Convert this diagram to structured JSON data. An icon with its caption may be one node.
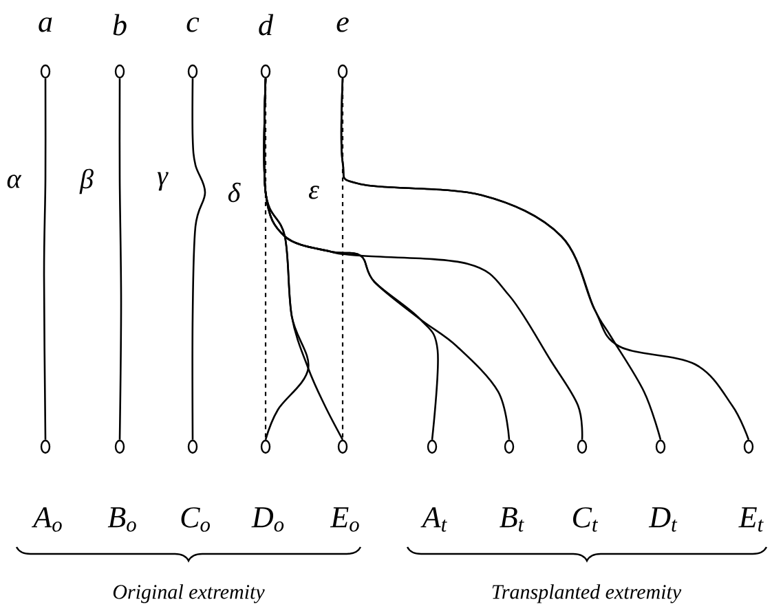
{
  "diagram": {
    "nodes": [
      {
        "text": [
          "a"
        ]
      },
      {
        "text": [
          "b"
        ]
      },
      {
        "text": [
          "c"
        ]
      },
      {
        "text": [
          "d"
        ]
      },
      {
        "text": [
          "e"
        ]
      },
      {
        "text": [
          "A$_{o}$"
        ]
      },
      {
        "text": [
          "B$_{o}$"
        ]
      },
      {
        "text": [
          "C$_{o}$"
        ]
      },
      {
        "text": [
          "D$_{o}$"
        ]
      },
      {
        "text": [
          "E$_{o}$"
        ]
      },
      {
        "text": [
          "A$_{t}$"
        ]
      },
      {
        "text": [
          "B$_{t}$"
        ]
      },
      {
        "text": [
          "C$_{t}$"
        ]
      },
      {
        "text": [
          "D$_{t}$"
        ]
      },
      {
        "text": [
          "E$_{t}$"
        ]
      }
    ],
    "edges": [
      {
        "from": 0,
        "to": 5,
        "arrow": "none",
        "label": "α"
      },
      {
        "from": 1,
        "to": 6,
        "arrow": "none",
        "label": "β"
      },
      {
        "from": 2,
        "to": 7,
        "arrow": "none",
        "label": "γ"
      },
      {
        "from": 3,
        "to": 8,
        "arrow": "none",
        "label": "δ"
      },
      {
        "from": 3,
        "to": 9,
        "arrow": "none"
      },
      {
        "from": 3,
        "to": 10,
        "arrow": "none"
      },
      {
        "from": 3,
        "to": 11,
        "arrow": "none"
      },
      {
        "from": 3,
        "to": 12,
        "arrow": "none"
      },
      {
        "from": 4,
        "to": 13,
        "arrow": "none",
        "label": "ε"
      },
      {
        "from": 4,
        "to": 14,
        "arrow": "none"
      },
      {
        "from": 3,
        "to": 8,
        "arrow": "none",
        "style": "dashed"
      },
      {
        "from": 4,
        "to": 9,
        "arrow": "none",
        "style": "dashed"
      }
    ],
    "labels": [
      "Original extremity",
      "Transplanted extremity"
    ]
  }
}
